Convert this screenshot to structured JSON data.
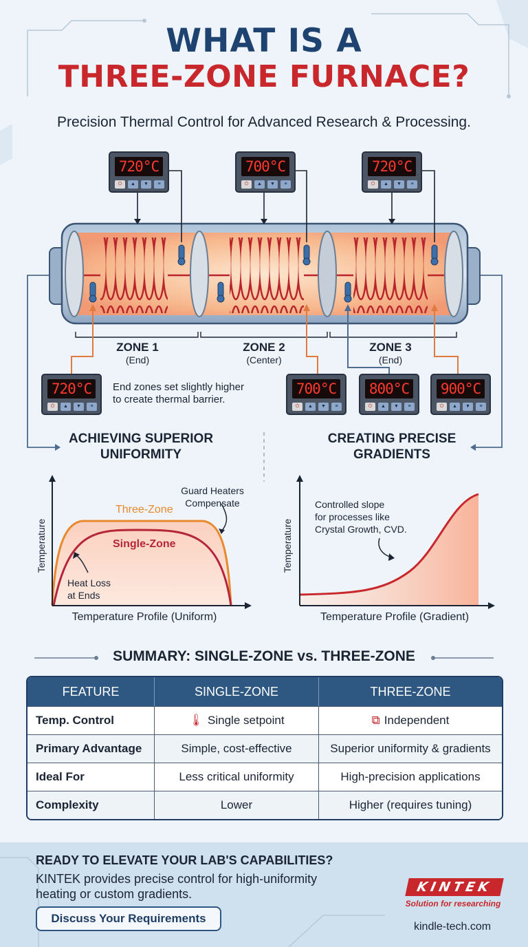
{
  "title": {
    "line1": "WHAT IS A",
    "line2": "THREE-ZONE FURNACE?"
  },
  "subtitle": "Precision Thermal Control for Advanced Research & Processing.",
  "controllers": {
    "top_zone1": "720°C",
    "top_zone2": "700°C",
    "top_zone3": "720°C",
    "bottom_left": "720°C",
    "bottom_mid": "700°C",
    "bottom_right_a": "800°C",
    "bottom_right_b": "900°C",
    "buttons": [
      "⏻",
      "▲",
      "▼",
      "≡"
    ]
  },
  "zones": [
    {
      "name": "ZONE 1",
      "sub": "(End)"
    },
    {
      "name": "ZONE 2",
      "sub": "(Center)"
    },
    {
      "name": "ZONE 3",
      "sub": "(End)"
    }
  ],
  "zone_note": {
    "line1": "End zones set slightly higher",
    "line2": "to create thermal barrier."
  },
  "uniformity": {
    "title_line1": "ACHIEVING SUPERIOR",
    "title_line2": "UNIFORMITY",
    "ylabel": "Temperature",
    "xlabel": "Temperature Profile (Uniform)",
    "label_three_zone": "Three-Zone",
    "label_single_zone": "Single-Zone",
    "guard_line1": "Guard Heaters",
    "guard_line2": "Compensate",
    "heat_line1": "Heat Loss",
    "heat_line2": "at Ends",
    "colors": {
      "three_zone": "#e8892e",
      "single_zone": "#b5263a"
    }
  },
  "gradient": {
    "title_line1": "CREATING PRECISE",
    "title_line2": "GRADIENTS",
    "ylabel": "Temperature",
    "xlabel": "Temperature Profile (Gradient)",
    "note_line1": "Controlled slope",
    "note_line2": "for processes like",
    "note_line3": "Crystal Growth, CVD.",
    "colors": {
      "curve": "#c8282c"
    }
  },
  "summary": {
    "title": "SUMMARY: SINGLE-ZONE vs. THREE-ZONE",
    "headers": [
      "FEATURE",
      "SINGLE-ZONE",
      "THREE-ZONE"
    ],
    "rows": [
      [
        "Temp. Control",
        "Single setpoint",
        "Independent"
      ],
      [
        "Primary Advantage",
        "Simple, cost-effective",
        "Superior uniformity & gradients"
      ],
      [
        "Ideal For",
        "Less critical uniformity",
        "High-precision applications"
      ],
      [
        "Complexity",
        "Lower",
        "Higher (requires tuning)"
      ]
    ]
  },
  "cta": {
    "title": "READY TO ELEVATE YOUR LAB'S CAPABILITIES?",
    "body": "KINTEK provides precise control for high-uniformity heating or custom gradients.",
    "button": "Discuss Your Requirements",
    "logo": "KINTEK",
    "tagline": "Solution for researching",
    "site": "kindle-tech.com"
  },
  "brand_colors": {
    "navy": "#1f4370",
    "red": "#c8282c",
    "table_header": "#2e5782"
  }
}
